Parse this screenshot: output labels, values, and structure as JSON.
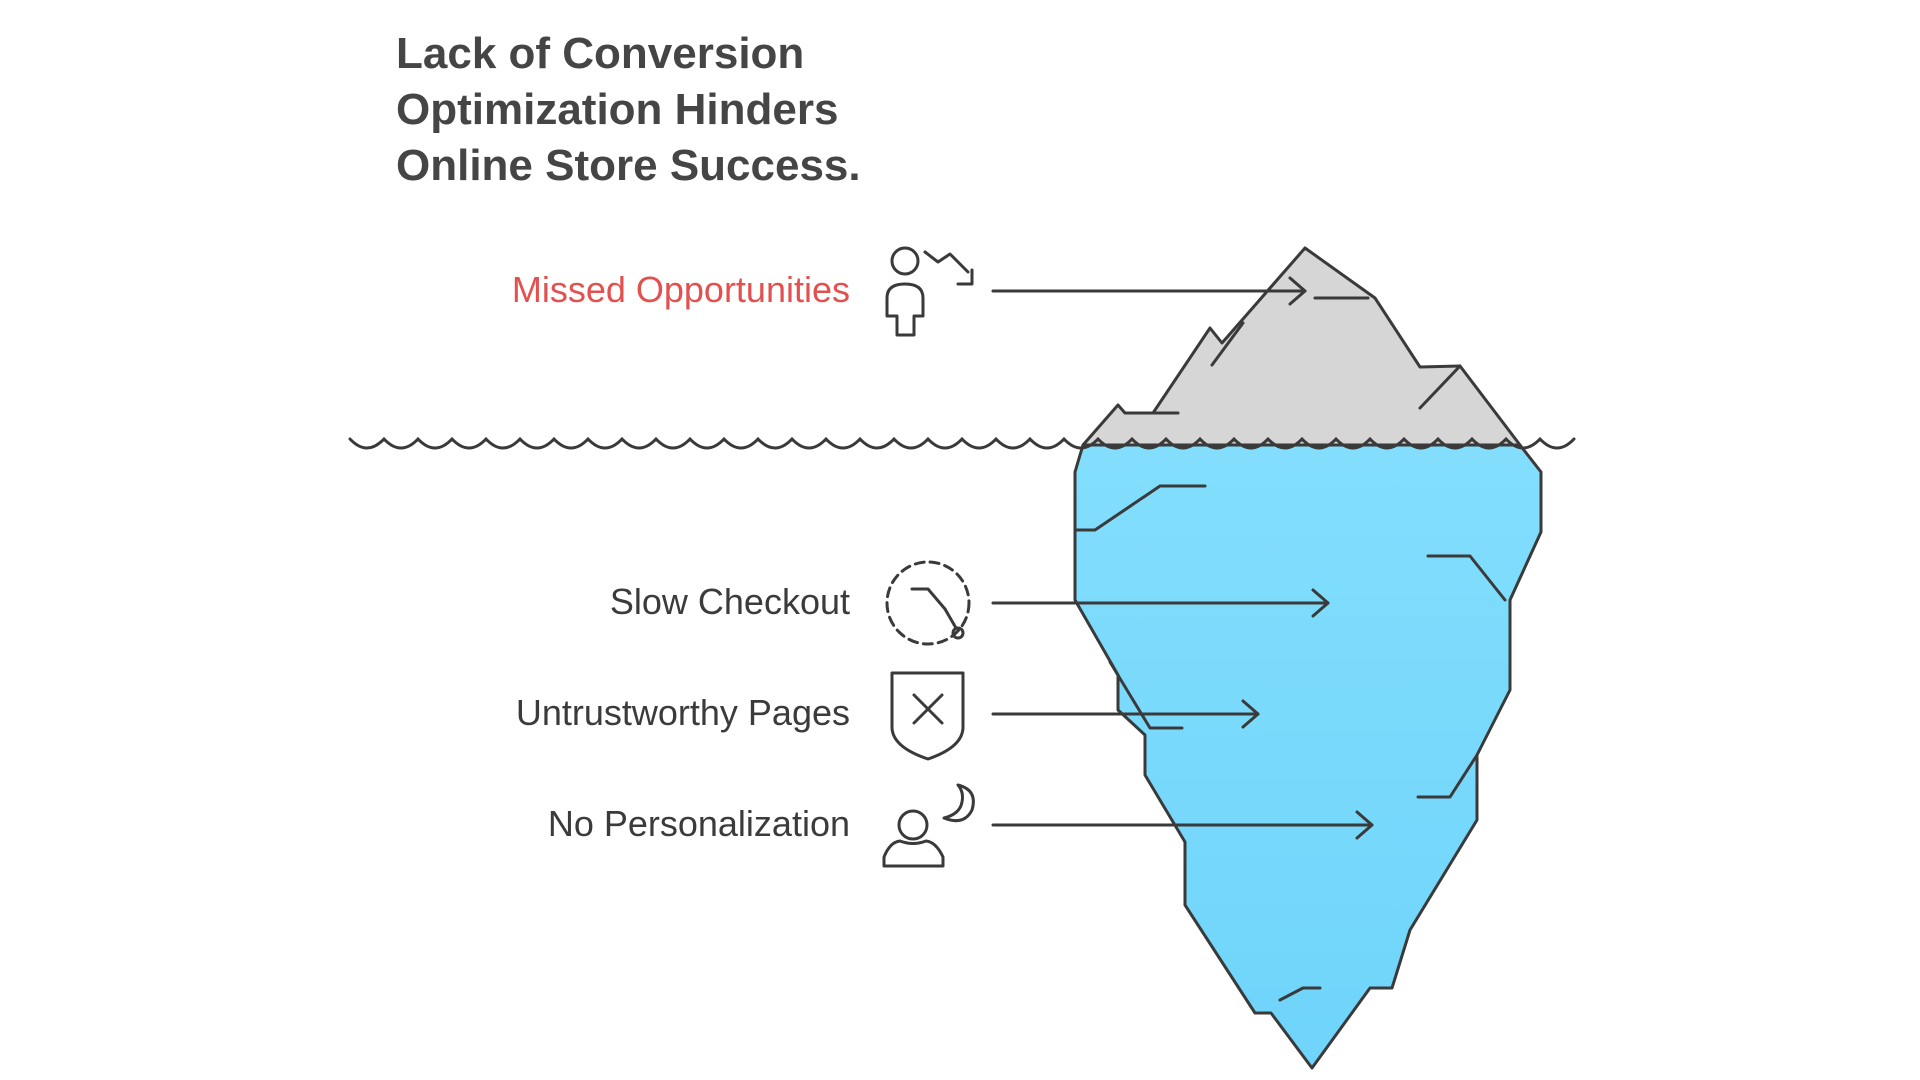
{
  "title": {
    "lines": [
      "Lack of Conversion",
      "Optimization Hinders",
      "Online Store Success."
    ]
  },
  "items": [
    {
      "label": "Missed Opportunities",
      "icon": "person-trend-down-icon",
      "position": "above-water",
      "color": "#e2514f"
    },
    {
      "label": "Slow Checkout",
      "icon": "dashed-circle-arrow-icon",
      "position": "below-water"
    },
    {
      "label": "Untrustworthy Pages",
      "icon": "shield-x-icon",
      "position": "below-water"
    },
    {
      "label": "No Personalization",
      "icon": "user-moon-icon",
      "position": "below-water"
    }
  ],
  "colors": {
    "text": "#3b3b3b",
    "highlight": "#e2514f",
    "ice_above": "#d6d6d6",
    "ice_below": "#7fdcfc",
    "stroke": "#3a3a3a"
  }
}
